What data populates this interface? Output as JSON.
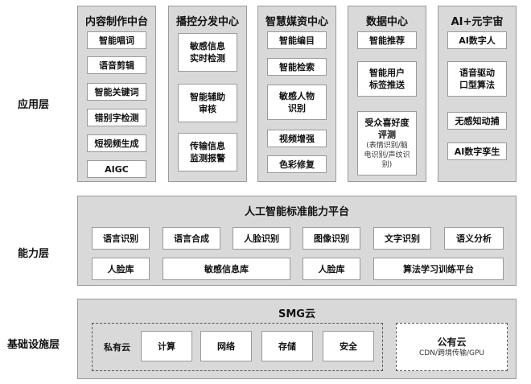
{
  "layers": {
    "application": {
      "label": "应用层",
      "columns": [
        {
          "title": "内容制作中台",
          "items": [
            "智能唱词",
            "语音剪辑",
            "智能关键词",
            "错别字检测",
            "短视频生成",
            "AIGC"
          ]
        },
        {
          "title": "播控分发中心",
          "items": [
            "敏感信息\n实时检测",
            "智能辅助\n审核",
            "传输信息\n监测报警"
          ]
        },
        {
          "title": "智慧媒资中心",
          "items": [
            "智能编目",
            "智能检索",
            "敏感人物\n识别",
            "视频增强",
            "色彩修复"
          ]
        },
        {
          "title": "数据中心",
          "items": [
            "智能推荐",
            "智能用户\n标签推送",
            "受众喜好度\n评测"
          ],
          "item3_sub": "(表情识别/脑\n电识别/声纹识\n别)"
        },
        {
          "title": "AI+元宇宙",
          "items": [
            "AI数字人",
            "语音驱动\n口型算法",
            "无感知动捕",
            "AI数字孪生"
          ]
        }
      ]
    },
    "capability": {
      "label": "能力层",
      "title": "人工智能标准能力平台",
      "row1": [
        "语言识别",
        "语言合成",
        "人脸识别",
        "图像识别",
        "文字识别",
        "语义分析"
      ],
      "row2": [
        "人脸库",
        "敏感信息库",
        "人脸库",
        "算法学习训练平台"
      ]
    },
    "infrastructure": {
      "label": "基础设施层",
      "title": "SMG云",
      "private_cloud": {
        "label": "私有云",
        "items": [
          "计算",
          "网络",
          "存储",
          "安全"
        ]
      },
      "public_cloud": {
        "label": "公有云",
        "sub": "CDN/跨境传输/GPU"
      }
    }
  }
}
